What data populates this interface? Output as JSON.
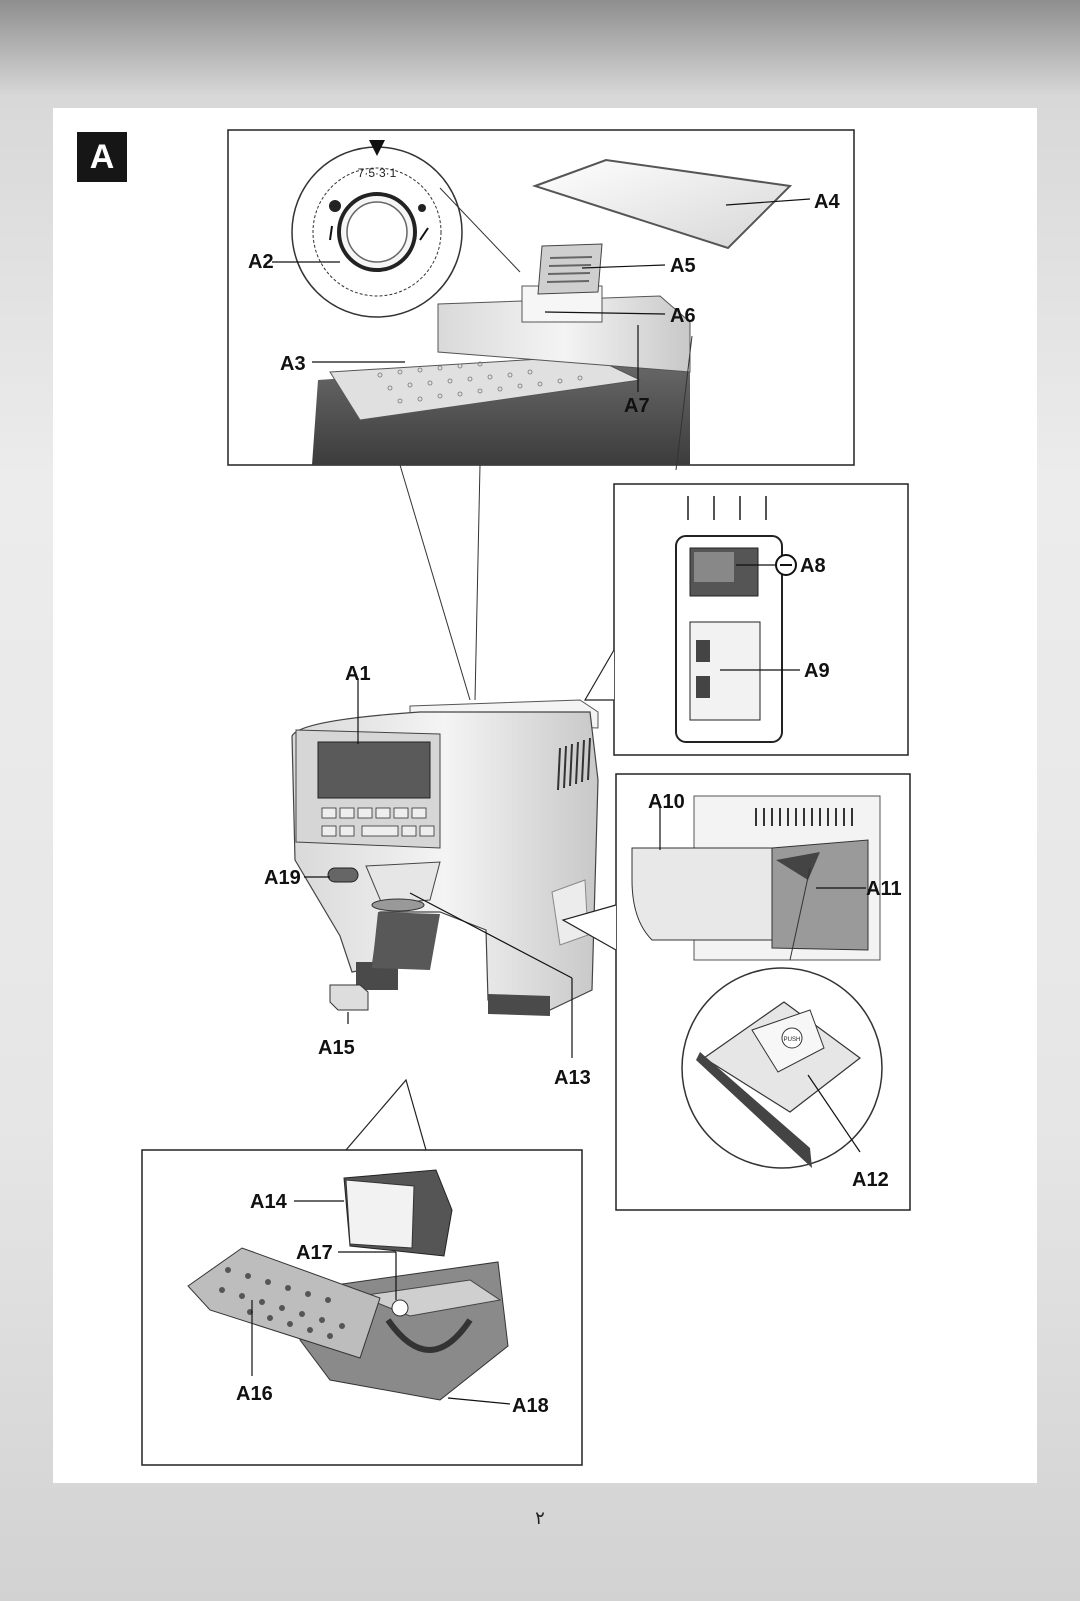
{
  "section_badge": "A",
  "page_number": "٢",
  "labels": {
    "A1": "A1",
    "A2": "A2",
    "A3": "A3",
    "A4": "A4",
    "A5": "A5",
    "A6": "A6",
    "A7": "A7",
    "A8": "A8",
    "A9": "A9",
    "A10": "A10",
    "A11": "A11",
    "A12": "A12",
    "A13": "A13",
    "A14": "A14",
    "A15": "A15",
    "A16": "A16",
    "A17": "A17",
    "A18": "A18",
    "A19": "A19"
  },
  "dial_marks": "7·5·3·1",
  "push_tag": "PUSH",
  "colors": {
    "badge": "#161616",
    "panel_border": "#222222",
    "machine_dark": "#4a4a4a",
    "machine_light": "#e9e9e9"
  }
}
